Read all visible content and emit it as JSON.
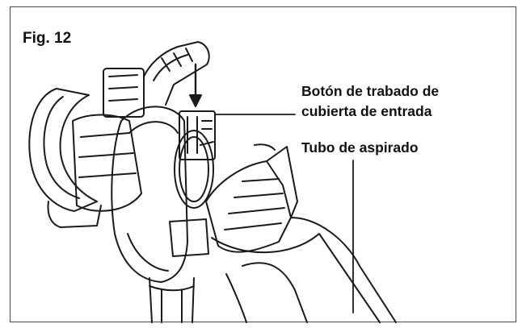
{
  "figure": {
    "label": "Fig. 12",
    "callouts": {
      "lock_button_line1": "Botón de trabado de",
      "lock_button_line2": "cubierta de entrada",
      "vacuum_tube": "Tubo de aspirado"
    },
    "line_color": "#1a1a1a"
  }
}
